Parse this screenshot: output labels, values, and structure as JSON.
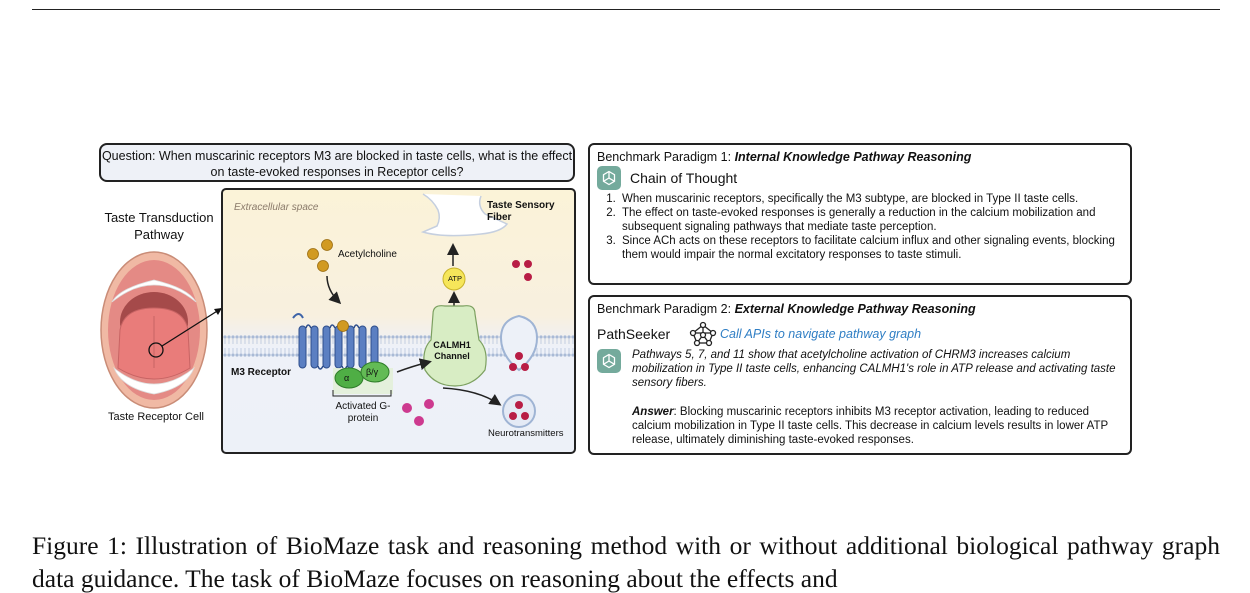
{
  "question": "Question: When muscarinic receptors M3 are blocked in taste cells, what is the effect on taste-evoked responses in Receptor cells?",
  "left": {
    "pathway_label": "Taste Transduction Pathway",
    "cell_label": "Taste Receptor Cell"
  },
  "diagram": {
    "extracellular": "Extracellular space",
    "acetylcholine": "Acetylcholine",
    "taste_fiber": "Taste Sensory Fiber",
    "atp": "ATP",
    "calmh1": "CALMH1 Channel",
    "m3_receptor": "M3 Receptor",
    "alpha": "α",
    "beta_gamma": "β/γ",
    "g_protein": "Activated G-protein",
    "neurotransmitters": "Neurotransmitters"
  },
  "paradigm1": {
    "title_prefix": "Benchmark Paradigm 1: ",
    "title_bold": "Internal Knowledge Pathway Reasoning",
    "method": "Chain of Thought",
    "steps": [
      {
        "n": "1.",
        "text": "When muscarinic receptors, specifically the M3 subtype, are blocked in Type II taste cells."
      },
      {
        "n": "2.",
        "text": "The effect on taste-evoked responses is generally a reduction in the calcium mobilization and subsequent signaling pathways that mediate taste perception."
      },
      {
        "n": "3.",
        "text": "Since ACh acts on these receptors to facilitate calcium influx and other signaling events, blocking them would impair the normal excitatory responses to taste stimuli."
      }
    ]
  },
  "paradigm2": {
    "title_prefix": "Benchmark Paradigm 2: ",
    "title_bold": "External Knowledge Pathway Reasoning",
    "method": "PathSeeker",
    "call": "Call APIs to navigate pathway graph",
    "reasoning": "Pathways 5, 7, and 11 show that acetylcholine activation of CHRM3 increases calcium mobilization in Type II taste cells, enhancing CALMH1's role in ATP release and activating taste sensory fibers.",
    "answer_label": "Answer",
    "answer_text": ": Blocking muscarinic receptors inhibits M3 receptor activation, leading to reduced calcium mobilization in Type II taste cells. This decrease in calcium levels results in lower ATP release, ultimately diminishing taste-evoked responses."
  },
  "caption": "Figure 1: Illustration of BioMaze task and reasoning method with or without additional biological pathway graph data guidance. The task of BioMaze focuses on reasoning about the effects and"
}
